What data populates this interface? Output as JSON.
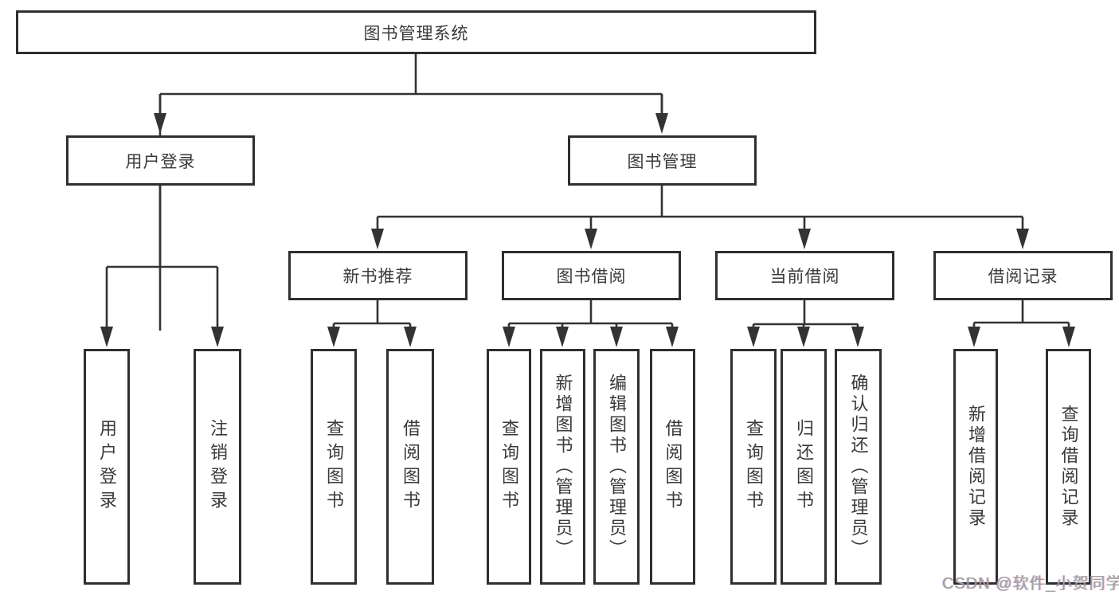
{
  "diagram": {
    "root": {
      "label": "图书管理系统"
    },
    "user_login": {
      "label": "用户登录",
      "children": [
        {
          "label": "用户登录"
        },
        {
          "label": "注销登录"
        }
      ]
    },
    "book_mgmt": {
      "label": "图书管理",
      "modules": [
        {
          "label": "新书推荐",
          "children": [
            {
              "label": "查询图书"
            },
            {
              "label": "借阅图书"
            }
          ]
        },
        {
          "label": "图书借阅",
          "children": [
            {
              "label": "查询图书"
            },
            {
              "label": "新增图书（管理员）"
            },
            {
              "label": "编辑图书（管理员）"
            },
            {
              "label": "借阅图书"
            }
          ]
        },
        {
          "label": "当前借阅",
          "children": [
            {
              "label": "查询图书"
            },
            {
              "label": "归还图书"
            },
            {
              "label": "确认归还（管理员）"
            }
          ]
        },
        {
          "label": "借阅记录",
          "children": [
            {
              "label": "新增借阅记录"
            },
            {
              "label": "查询借阅记录"
            }
          ]
        }
      ]
    }
  },
  "watermark": {
    "text": "CSDN @软件_小贺同学"
  },
  "colors": {
    "line": "#333333",
    "text": "#3a3a3a",
    "watermark": "#a0a0a0",
    "background": "#ffffff"
  }
}
